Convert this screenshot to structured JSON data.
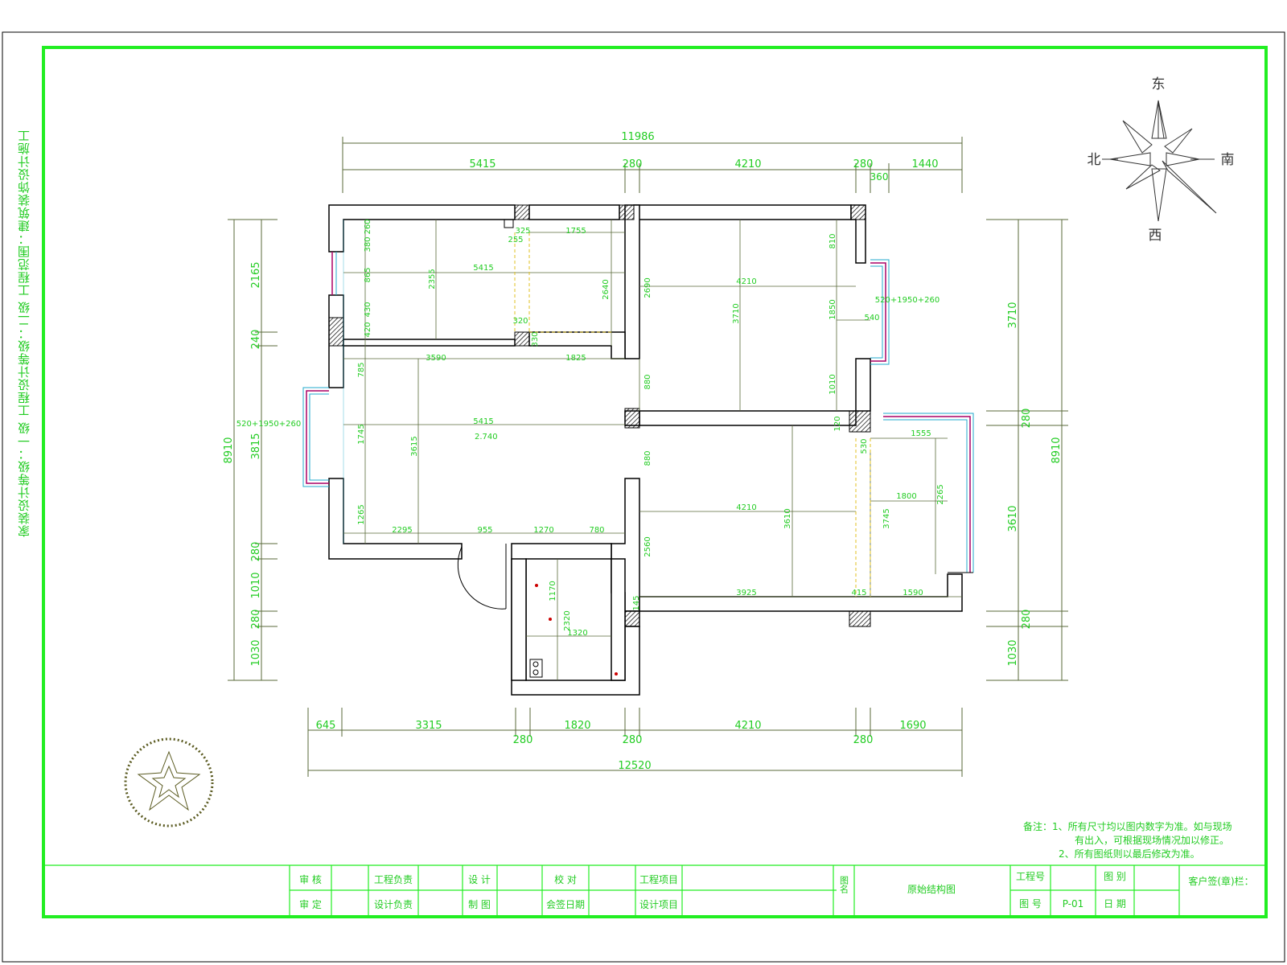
{
  "side_note": "家装设计等级：一级   工程设计等级：二级   工程范围：建筑装饰设计施工",
  "compass": {
    "east": "东",
    "south": "南",
    "west": "西",
    "north": "北"
  },
  "dims_top": {
    "total": "11986",
    "d1": "5415",
    "d2": "280",
    "d3": "4210",
    "d4": "280",
    "d5": "360",
    "d6": "1440"
  },
  "dims_bottom": {
    "total": "12520",
    "d1": "645",
    "d2": "3315",
    "d3": "280",
    "d4": "1820",
    "d5": "280",
    "d6": "4210",
    "d7": "280",
    "d8": "1690"
  },
  "dims_left": {
    "total": "8910",
    "d1": "2165",
    "d2": "240",
    "d3": "3815",
    "d4": "280",
    "d5": "1010",
    "d6": "280",
    "d7": "1030"
  },
  "dims_right": {
    "total": "8910",
    "d1": "3710",
    "d2": "280",
    "d3": "3610",
    "d4": "280",
    "d5": "1030"
  },
  "interior": {
    "window_left": "520+1950+260",
    "window_right": "520+1950+260",
    "elevation": "2.740",
    "labels": [
      "5415",
      "2355",
      "2640",
      "1755",
      "325",
      "255",
      "320",
      "330",
      "1825",
      "3590",
      "5415",
      "3615",
      "1745",
      "785",
      "1265",
      "2295",
      "955",
      "1270",
      "780",
      "4210",
      "3710",
      "2690",
      "1850",
      "1010",
      "810",
      "540",
      "880",
      "880",
      "4210",
      "3610",
      "2560",
      "3925",
      "415",
      "1590",
      "1555",
      "1800",
      "3745",
      "2265",
      "1170",
      "2320",
      "1320",
      "380",
      "260",
      "865",
      "430",
      "420",
      "145",
      "120",
      "530"
    ]
  },
  "notes": {
    "line1": "备注：1、所有尺寸均以图内数字为准。如与现场",
    "line2": "有出入，可根据现场情况加以修正。",
    "line3": "2、所有图纸则以最后修改为准。"
  },
  "title_block": {
    "shen_he": "审 核",
    "shen_ding": "审 定",
    "gc_fuze": "工程负责",
    "sj_fuze": "设计负责",
    "sheji": "设 计",
    "zhitu": "制 图",
    "jiaodui": "校 对",
    "huiqian": "会签日期",
    "gc_xiangmu": "工程项目",
    "sj_xiangmu": "设计项目",
    "tuming": "图名",
    "drawing_name": "原始结构图",
    "gc_hao": "工程号",
    "tu_hao": "图 号",
    "tu_bie": "图 别",
    "riqi": "日 期",
    "drawing_no": "P-01",
    "client": "客户签(章)栏："
  }
}
